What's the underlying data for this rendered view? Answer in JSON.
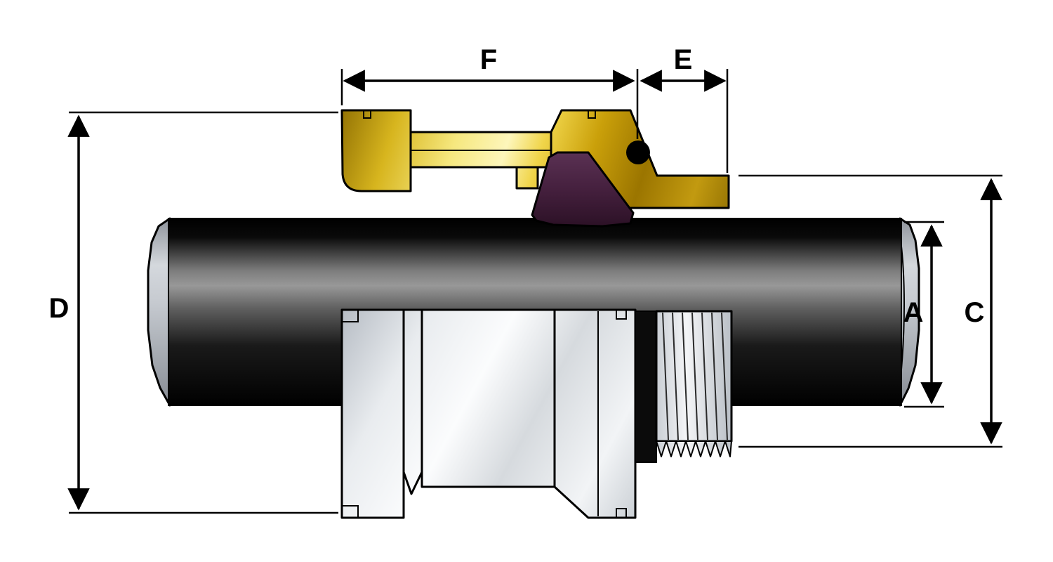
{
  "diagram": {
    "type": "technical-cross-section",
    "description": "Shaft seal gland assembly cross-section with dimension callouts",
    "labels": {
      "F": "F",
      "E": "E",
      "D": "D",
      "A": "A",
      "C": "C"
    },
    "colors": {
      "background": "#FFFFFF",
      "outline": "#000000",
      "brass_gland": "#EFD23C",
      "seal_wedge": "#43203C",
      "o_ring": "#000000",
      "shaft_dark": "#000000",
      "shaft_highlight": "#989898",
      "nut_metal": "#D9DCE0",
      "shaft_tip": "#C2C7CD"
    }
  }
}
